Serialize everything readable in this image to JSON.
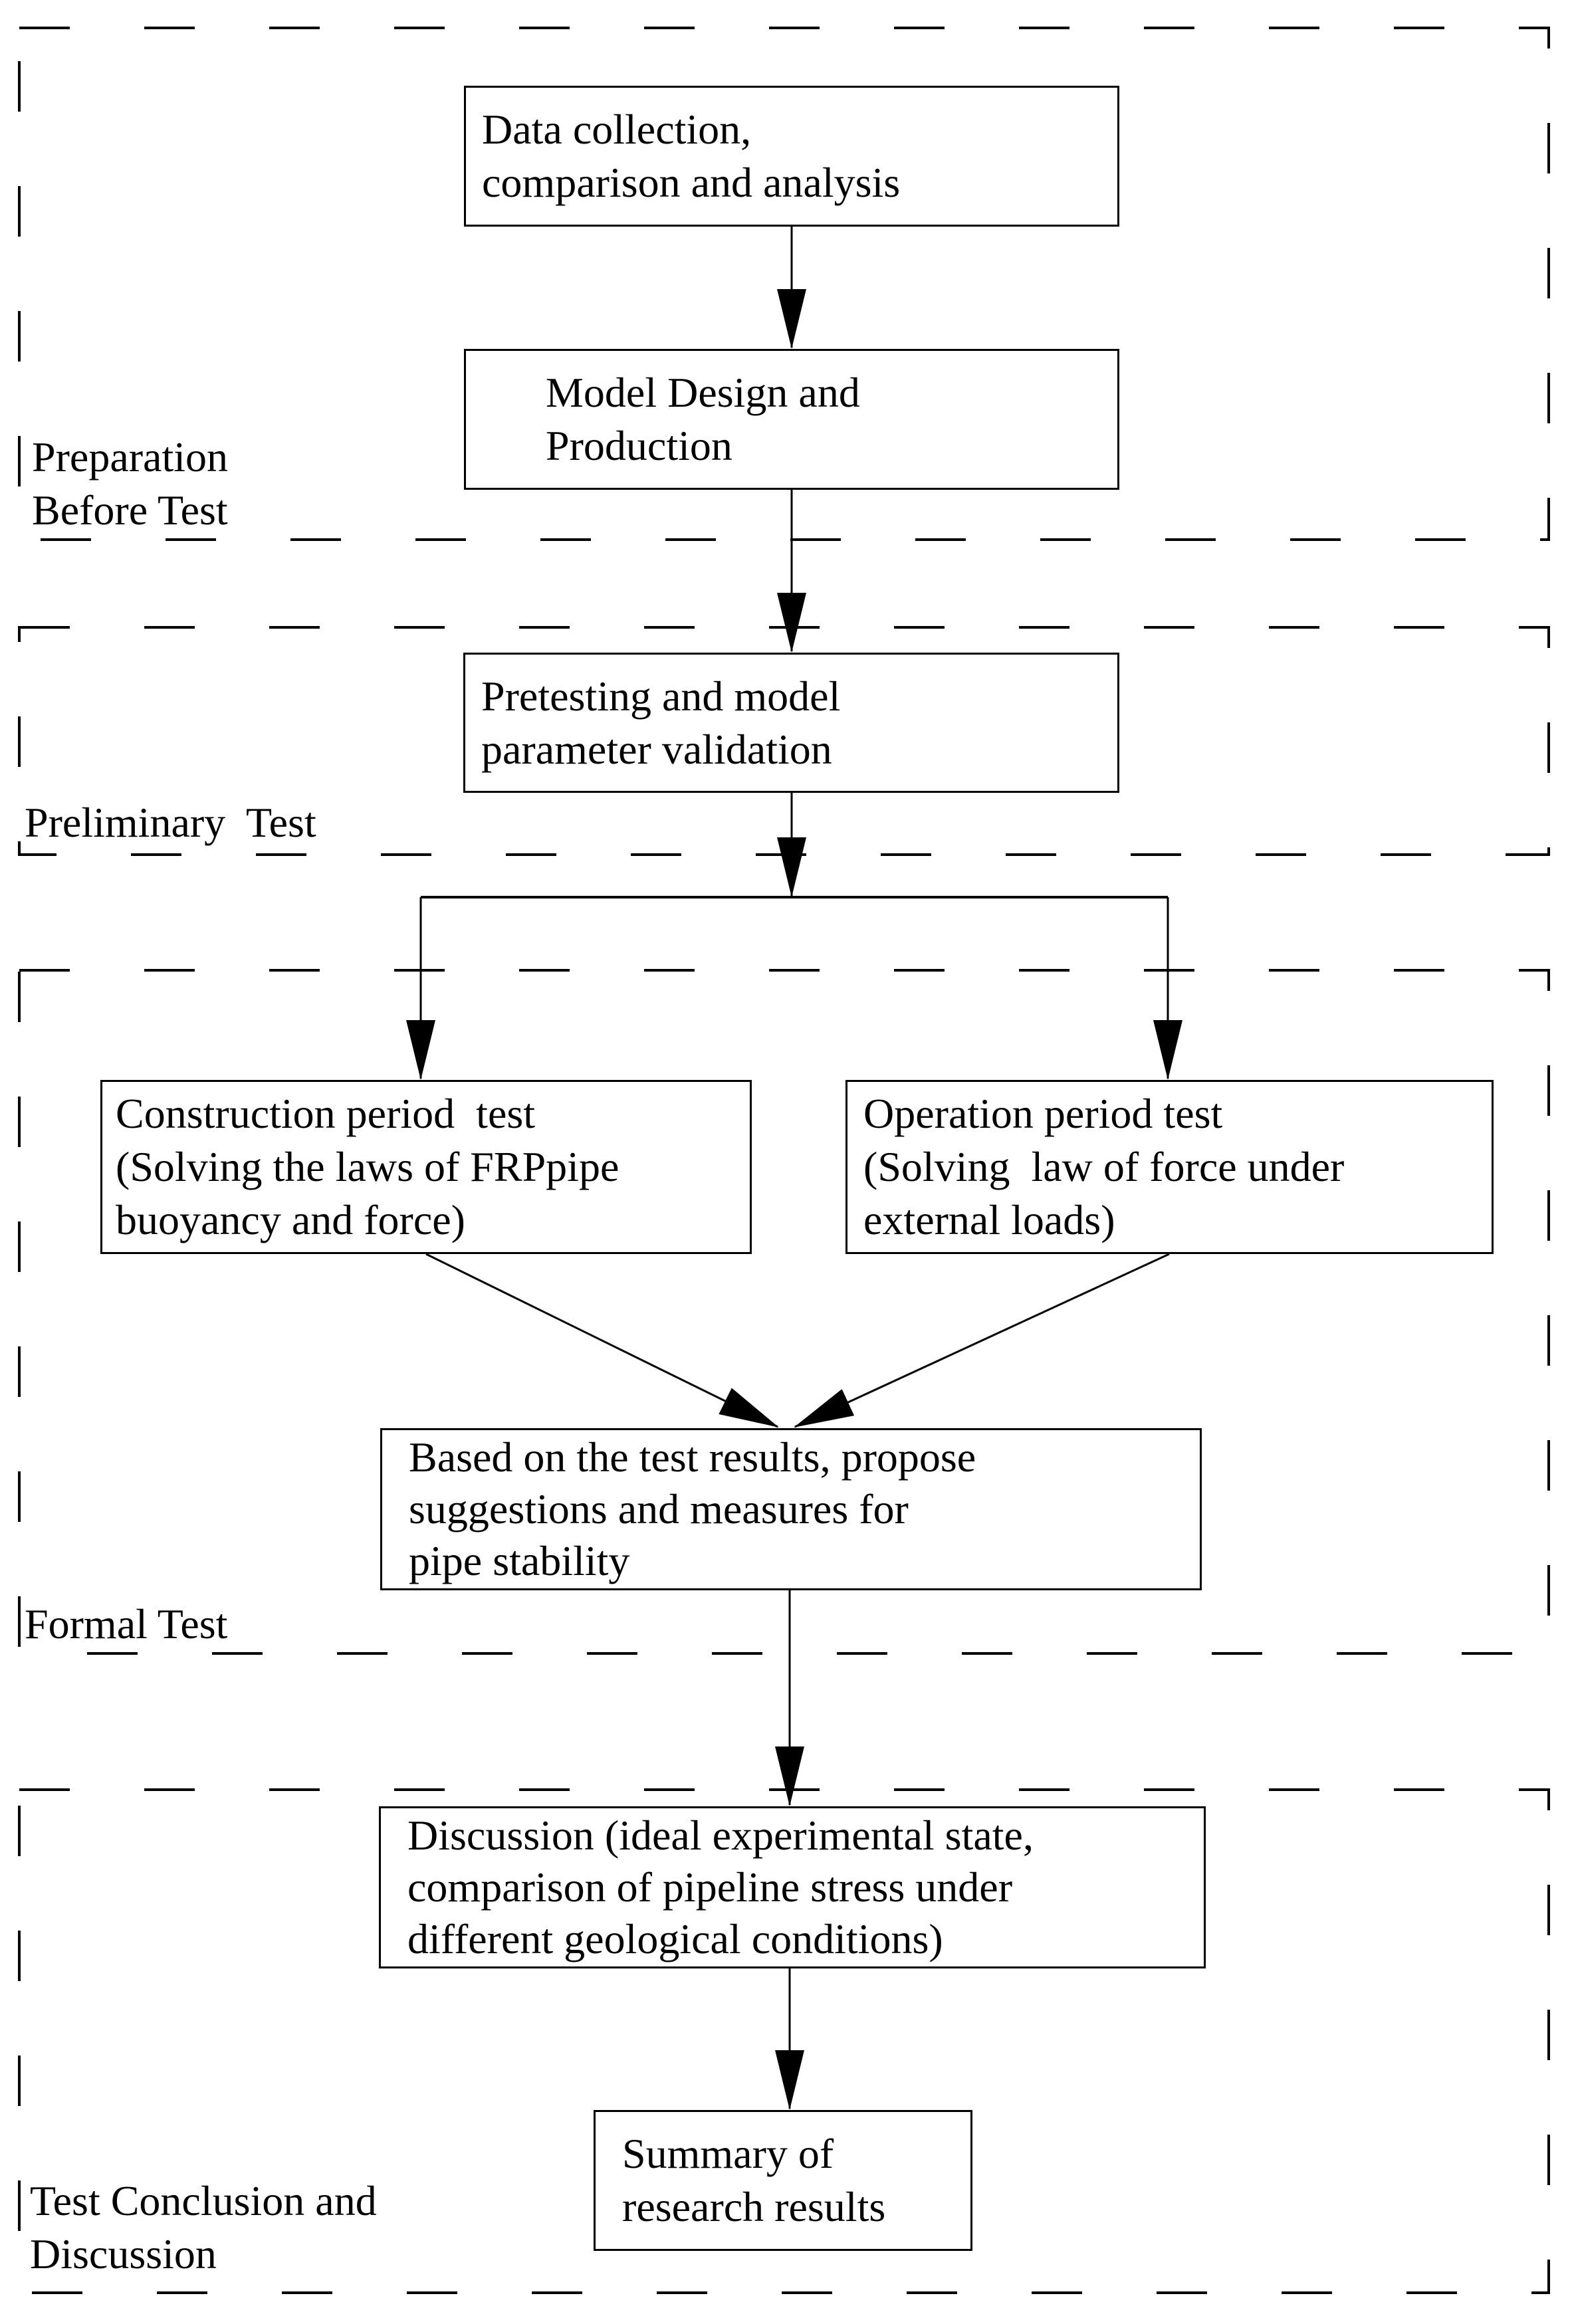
{
  "figure_type": "flowchart",
  "colors": {
    "line": "#000000",
    "text": "#000000",
    "background": "#ffffff"
  },
  "regions": [
    {
      "name": "preparation-before-test",
      "label_lines": [
        "Preparation",
        "Before Test"
      ]
    },
    {
      "name": "preliminary-test",
      "label_lines": [
        "Preliminary  Test"
      ]
    },
    {
      "name": "formal-test",
      "label_lines": [
        "Formal Test"
      ]
    },
    {
      "name": "test-conclusion-and-discussion",
      "label_lines": [
        "Test Conclusion and",
        "Discussion"
      ]
    }
  ],
  "boxes": [
    {
      "id": "data-collection",
      "lines": [
        "Data collection,",
        "comparison and analysis"
      ]
    },
    {
      "id": "model-design",
      "lines": [
        "Model Design and",
        "Production"
      ]
    },
    {
      "id": "pretesting",
      "lines": [
        "Pretesting and model",
        "parameter validation"
      ]
    },
    {
      "id": "construction-period-test",
      "lines": [
        "Construction period  test",
        "(Solving the laws of FRPpipe",
        "buoyancy and force)"
      ]
    },
    {
      "id": "operation-period-test",
      "lines": [
        "Operation period test",
        "(Solving  law of force under",
        "external loads)"
      ]
    },
    {
      "id": "based-on-test-results",
      "lines": [
        "Based on the test results, propose",
        "suggestions and measures for",
        "pipe stability"
      ]
    },
    {
      "id": "discussion",
      "lines": [
        "Discussion (ideal experimental state,",
        "comparison of pipeline stress under",
        "different geological conditions)"
      ]
    },
    {
      "id": "summary",
      "lines": [
        "Summary of",
        "research results"
      ]
    }
  ],
  "connections": [
    {
      "from": "data-collection",
      "to": "model-design"
    },
    {
      "from": "model-design",
      "to": "pretesting"
    },
    {
      "from": "pretesting",
      "to": "construction-period-test"
    },
    {
      "from": "pretesting",
      "to": "operation-period-test"
    },
    {
      "from": "construction-period-test",
      "to": "based-on-test-results"
    },
    {
      "from": "operation-period-test",
      "to": "based-on-test-results"
    },
    {
      "from": "based-on-test-results",
      "to": "discussion"
    },
    {
      "from": "discussion",
      "to": "summary"
    }
  ]
}
